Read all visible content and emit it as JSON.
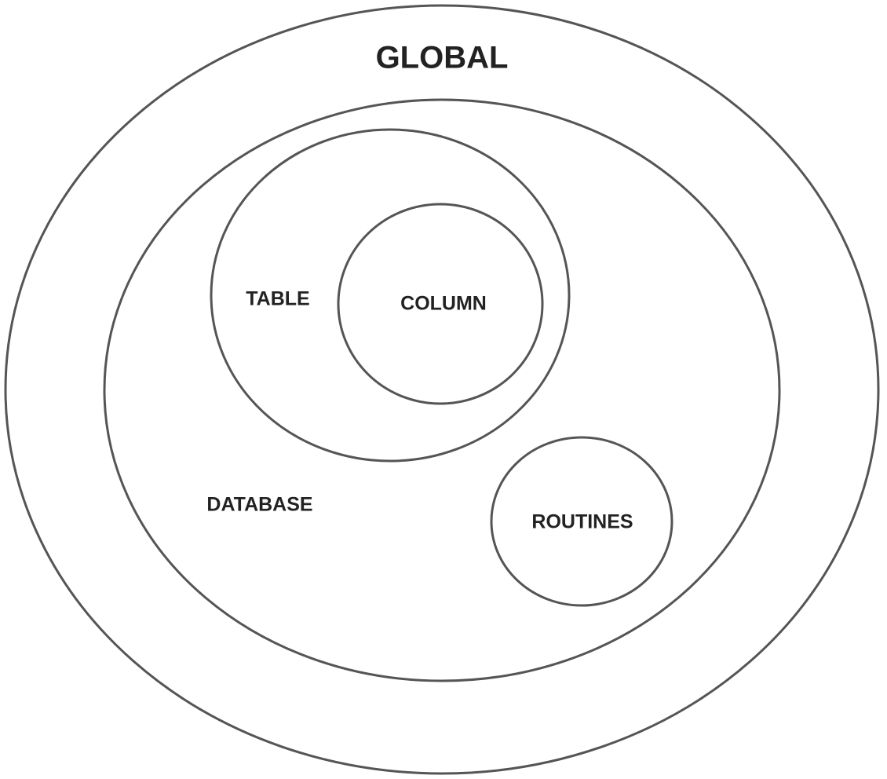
{
  "scopes": {
    "global": "GLOBAL",
    "database": "DATABASE",
    "table": "TABLE",
    "column": "COLUMN",
    "routines": "ROUTINES"
  },
  "colors": {
    "stroke": "#555555",
    "text": "#222222",
    "background": "#ffffff"
  }
}
